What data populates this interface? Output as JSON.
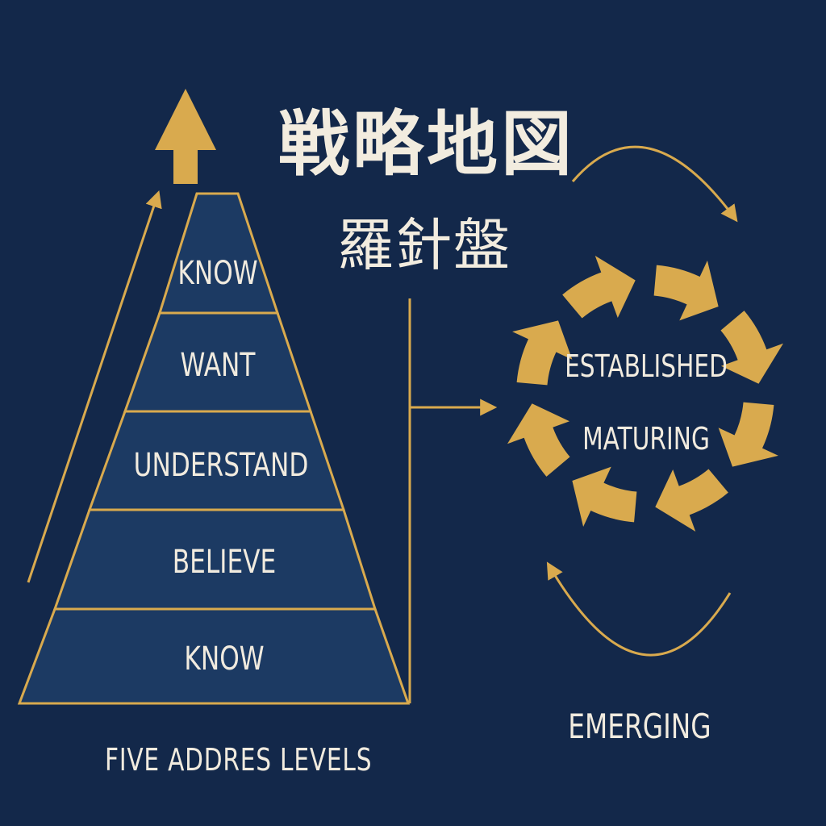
{
  "title": "戦略地図",
  "subtitle": "羅針盤",
  "pyramid": {
    "levels": [
      "KNOW",
      "WANT",
      "UNDERSTAND",
      "BELIEVE",
      "KNOW"
    ],
    "caption": "FIVE ADDRES LEVELS"
  },
  "cycle": {
    "labels": [
      "ESTABLISHED",
      "MATURING"
    ],
    "bottom_label": "EMERGING"
  },
  "colors": {
    "background": "#13284a",
    "pyramid_fill": "#1c3a63",
    "gold": "#d9aa4e",
    "text": "#f1ebdf"
  }
}
